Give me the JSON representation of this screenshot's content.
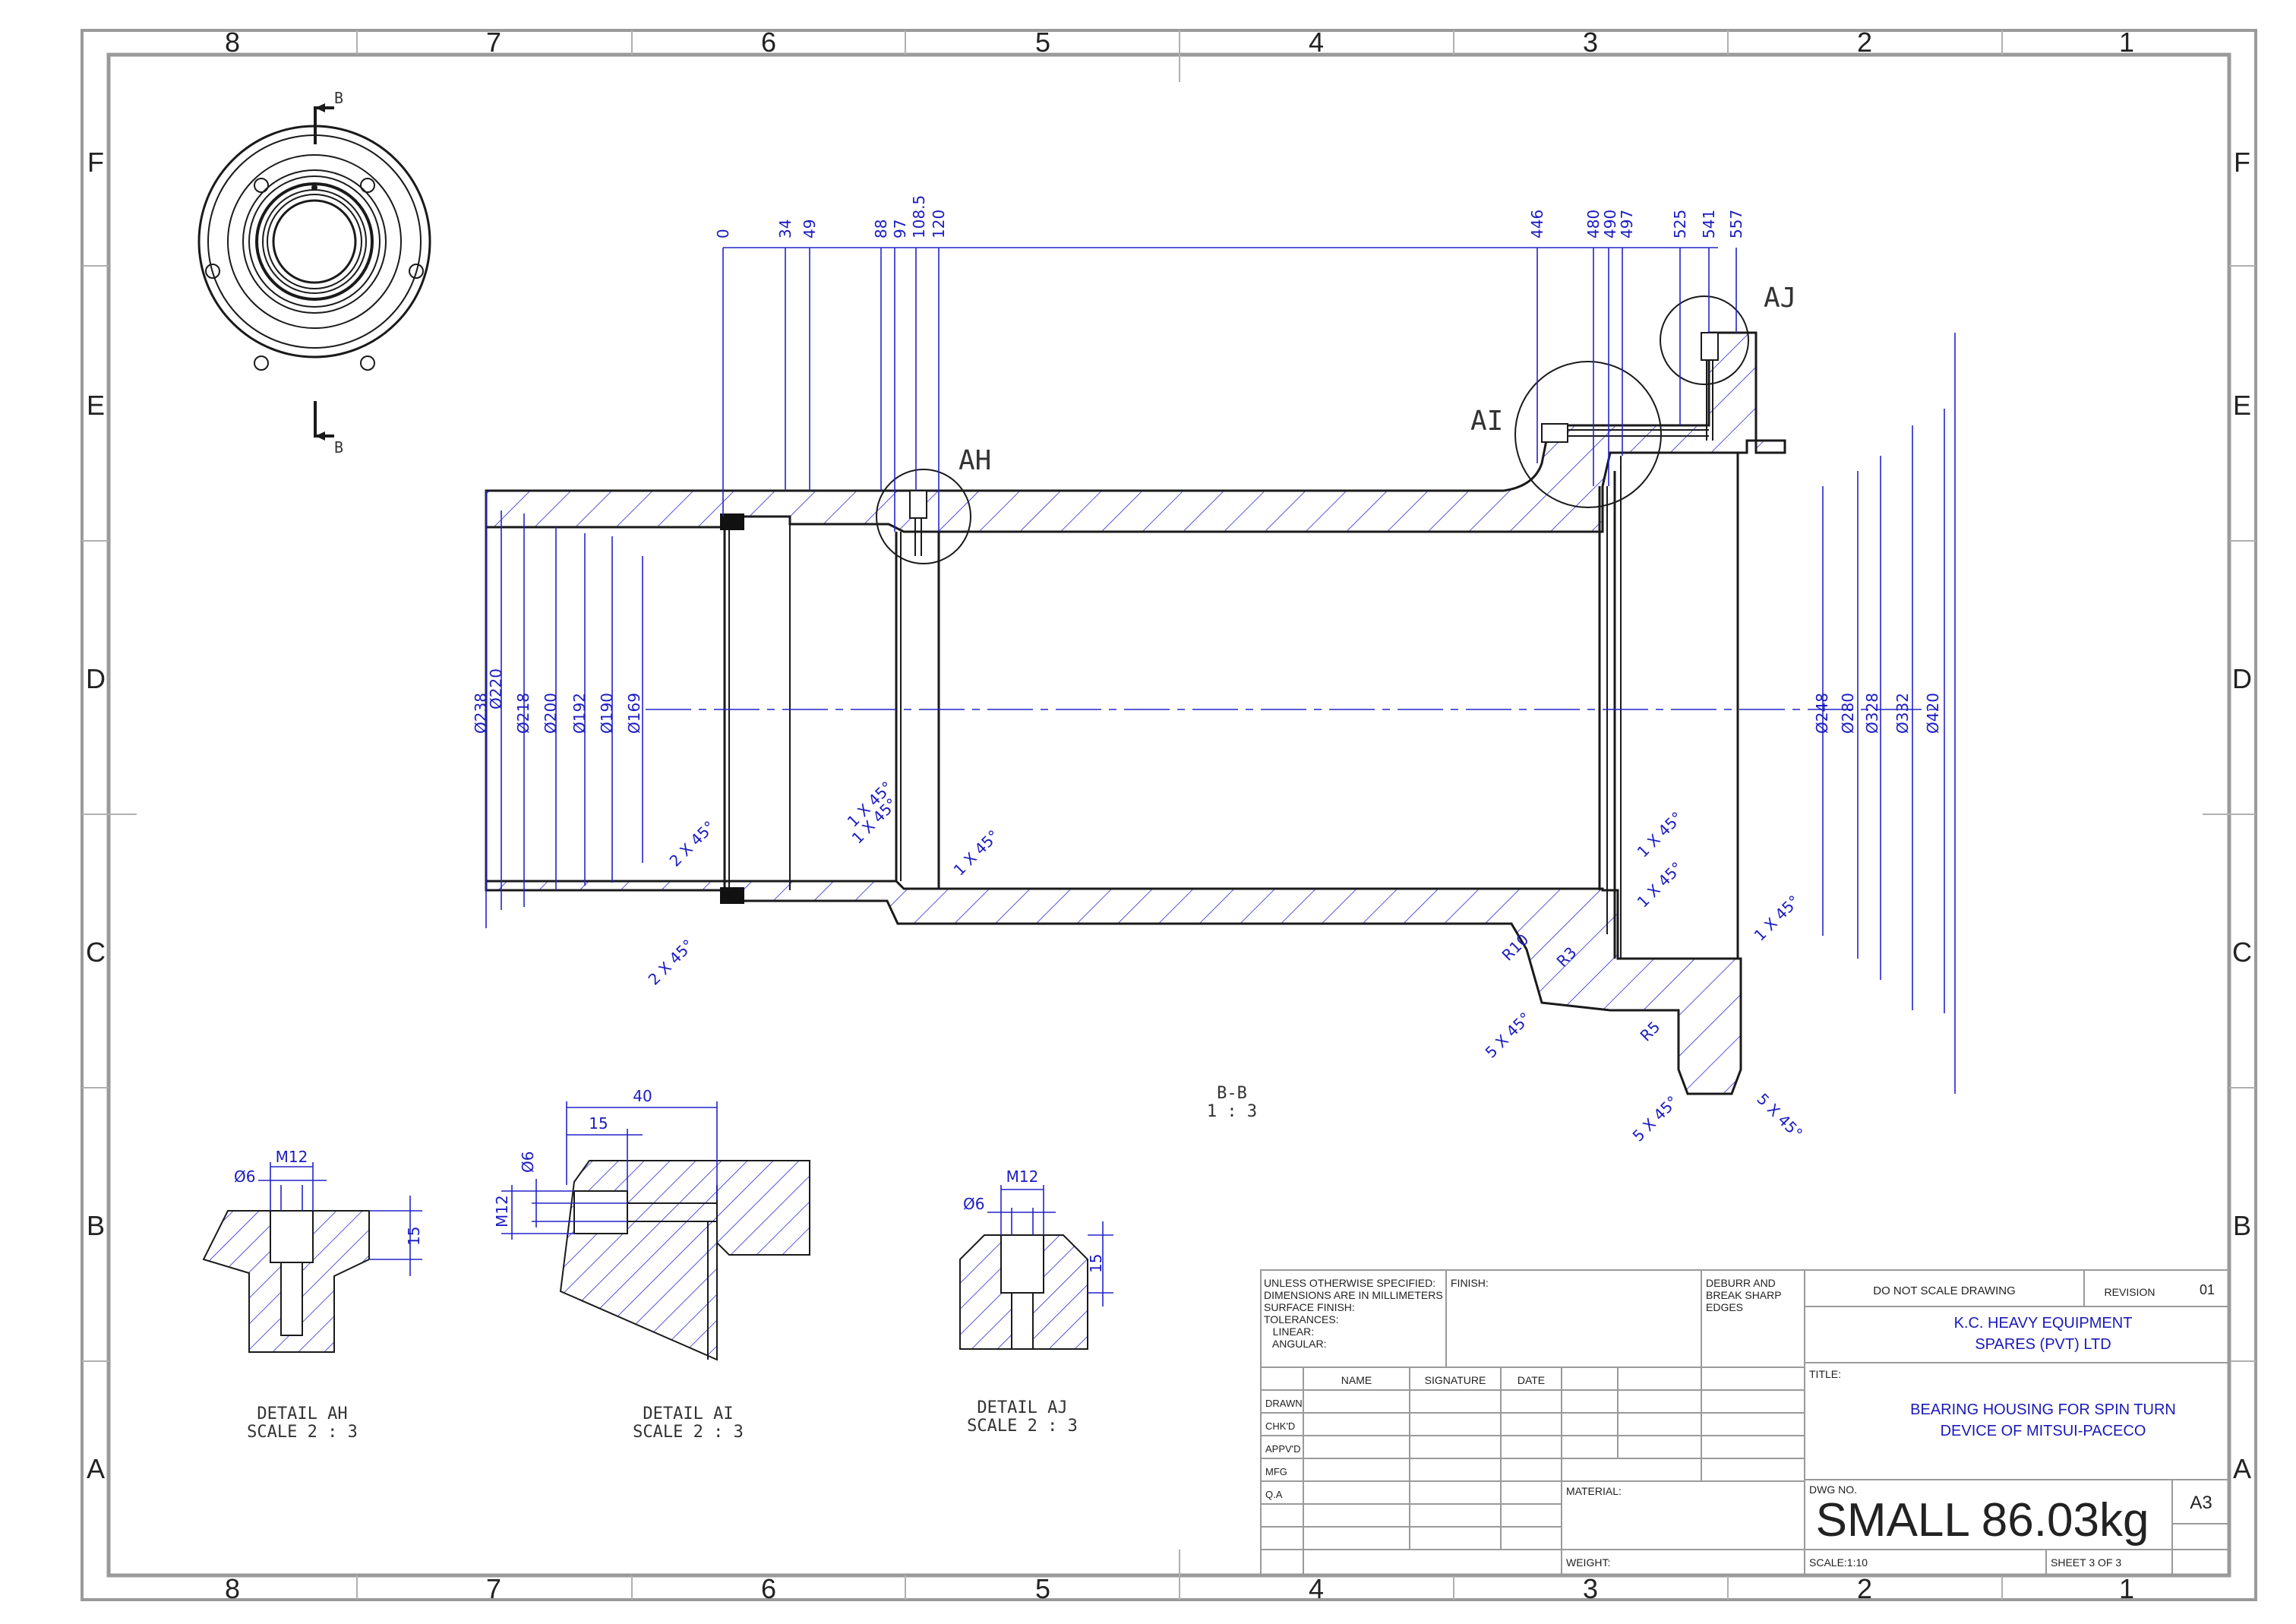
{
  "zones": {
    "columns": [
      "8",
      "7",
      "6",
      "5",
      "4",
      "3",
      "2",
      "1"
    ],
    "rows": [
      "F",
      "E",
      "D",
      "C",
      "B",
      "A"
    ]
  },
  "section": {
    "cut_letter": "B",
    "view_label": "B-B",
    "view_scale": "1 : 3"
  },
  "dimensions": {
    "top": [
      "0",
      "34",
      "49",
      "88",
      "97",
      "108.5",
      "120",
      "446",
      "480",
      "490",
      "497",
      "525",
      "541",
      "557"
    ],
    "left_diameters": [
      "Ø238",
      "Ø220",
      "Ø218",
      "Ø200",
      "Ø192",
      "Ø190",
      "Ø169"
    ],
    "right_diameters": [
      "Ø248",
      "Ø280",
      "Ø328",
      "Ø332",
      "Ø420"
    ],
    "chamfers_left": [
      "2 X 45°",
      "2 X 45°",
      "1 X 45°",
      "1 X 45°",
      "1 X 45°"
    ],
    "chamfers_right": [
      "1 X 45°",
      "1 X 45°",
      "1 X 45°",
      "5 X 45°",
      "5 X 45°",
      "5 X 45°"
    ],
    "radii": [
      "R10",
      "R3",
      "R5"
    ]
  },
  "callouts": {
    "ah": "AH",
    "ai": "AI",
    "aj": "AJ"
  },
  "details": {
    "ah": {
      "title": "DETAIL AH",
      "scale": "SCALE 2 : 3",
      "dia": "Ø6",
      "thread": "M12",
      "depth": "15"
    },
    "ai": {
      "title": "DETAIL AI",
      "scale": "SCALE 2 : 3",
      "dia": "Ø6",
      "thread": "M12",
      "d1": "40",
      "d2": "15"
    },
    "aj": {
      "title": "DETAIL AJ",
      "scale": "SCALE 2 : 3",
      "dia": "Ø6",
      "thread": "M12",
      "depth": "15"
    }
  },
  "title_block": {
    "notes": [
      "UNLESS OTHERWISE SPECIFIED:",
      "DIMENSIONS ARE IN MILLIMETERS",
      "SURFACE FINISH:",
      "TOLERANCES:",
      "   LINEAR:",
      "   ANGULAR:"
    ],
    "finish_label": "FINISH:",
    "deburr": [
      "DEBURR AND",
      "BREAK SHARP",
      "EDGES"
    ],
    "do_not_scale": "DO NOT SCALE DRAWING",
    "revision_label": "REVISION",
    "revision": "01",
    "company": [
      "K.C. HEAVY EQUIPMENT",
      "SPARES (PVT) LTD"
    ],
    "headers": [
      "NAME",
      "SIGNATURE",
      "DATE"
    ],
    "roles": [
      "DRAWN",
      "CHK'D",
      "APPV'D",
      "MFG",
      "Q.A"
    ],
    "title_label": "TITLE:",
    "title": [
      "BEARING HOUSING FOR SPIN TURN",
      "DEVICE OF MITSUI-PACECO"
    ],
    "material_label": "MATERIAL:",
    "dwg_label": "DWG NO.",
    "dwg_no": "SMALL 86.03kg",
    "size": "A3",
    "weight_label": "WEIGHT:",
    "scale": "SCALE:1:10",
    "sheet": "SHEET 3 OF 3"
  }
}
